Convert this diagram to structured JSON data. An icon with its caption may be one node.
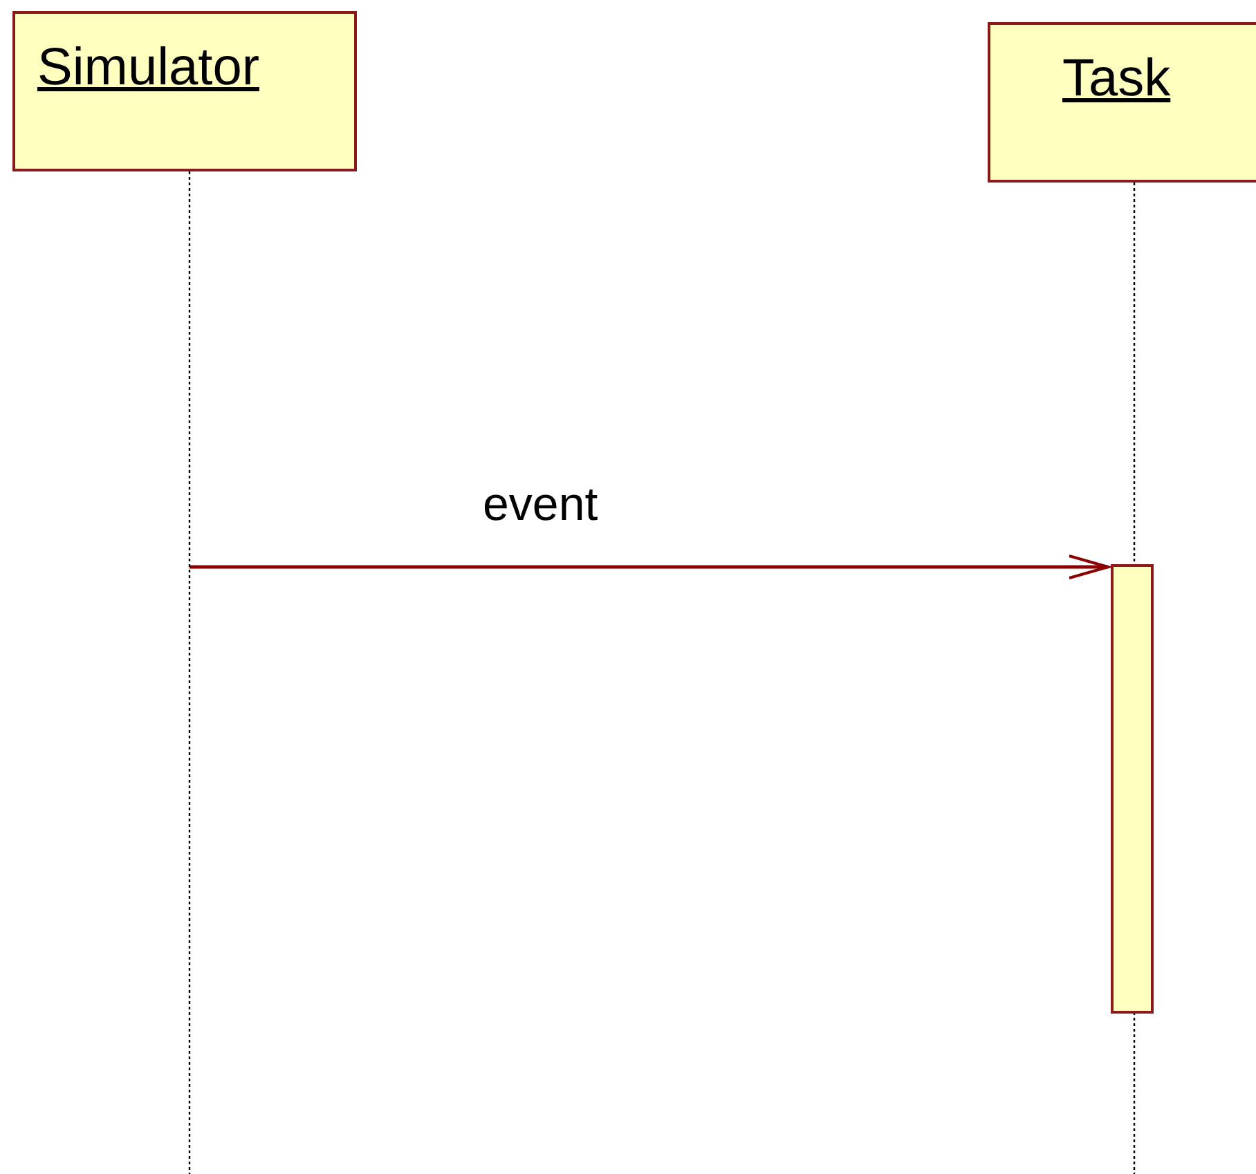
{
  "diagram": {
    "nodes": [
      {
        "text": [
          "Simulator"
        ]
      },
      {
        "text": [
          "Task"
        ]
      },
      {
        "text": [],
        "shape": "bar",
        "in": 1
      }
    ],
    "edges": [
      {
        "from": 0,
        "to": 2,
        "arrow": "to",
        "label": "event"
      }
    ]
  }
}
